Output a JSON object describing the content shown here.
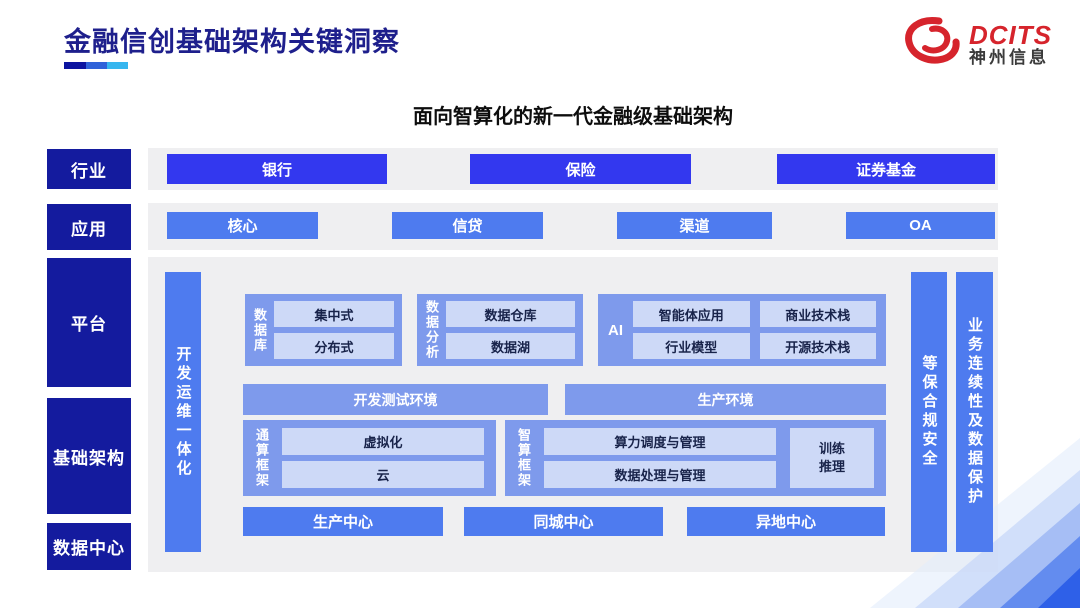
{
  "header": {
    "title": "金融信创基础架构关键洞察",
    "logo": {
      "brand": "DCITS",
      "company": "神州信息",
      "icon": "swirl-logo-icon"
    }
  },
  "diagram": {
    "subtitle": "面向智算化的新一代金融级基础架构",
    "layers": [
      "行业",
      "应用",
      "平台",
      "基础架构",
      "数据中心"
    ],
    "industry": [
      "银行",
      "保险",
      "证券基金"
    ],
    "application": [
      "核心",
      "信贷",
      "渠道",
      "OA"
    ],
    "devops_bar": "开发运维一体化",
    "security_bar": "等保合规安全",
    "continuity_bar": "业务连续性及数据保护",
    "database_group": {
      "label": "数据库",
      "items": [
        "集中式",
        "分布式"
      ]
    },
    "analytics_group": {
      "label": "数据分析",
      "items": [
        "数据仓库",
        "数据湖"
      ]
    },
    "ai_group": {
      "label": "AI",
      "items": [
        "智能体应用",
        "商业技术栈",
        "行业模型",
        "开源技术栈"
      ]
    },
    "environments": [
      "开发测试环境",
      "生产环境"
    ],
    "general_compute_group": {
      "label": "通算框架",
      "items": [
        "虚拟化",
        "云"
      ]
    },
    "ai_compute_group": {
      "label": "智算框架",
      "items": [
        "算力调度与管理",
        "数据处理与管理"
      ],
      "side": "训练\n推理"
    },
    "datacenters": [
      "生产中心",
      "同城中心",
      "异地中心"
    ],
    "colors": {
      "layer_label": "#141b9e",
      "industry_box": "#3338ef",
      "primary_box": "#4e7bef",
      "group_box": "#7e9aec",
      "inner_box": "#cdd9f7",
      "panel_gray": "#efeff1",
      "title_navy": "#1e1f8c",
      "logo_red": "#d6242c",
      "accent_segments": [
        "#0c14a0",
        "#2f62d9",
        "#36b6ef"
      ]
    }
  }
}
